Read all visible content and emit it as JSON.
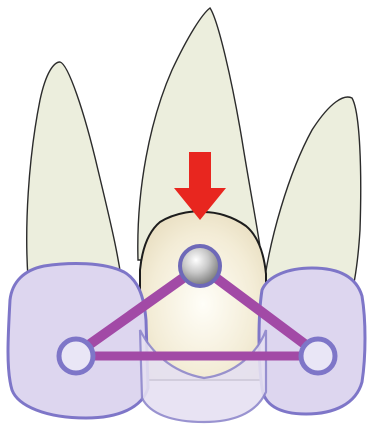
{
  "figure": {
    "label": "",
    "parts": {
      "roots": [
        "left-root",
        "center-root",
        "right-root"
      ],
      "crowns": [
        "left-crown",
        "center-crown",
        "right-crown"
      ],
      "connectors": [
        "left-connector",
        "right-connector",
        "base-connector"
      ],
      "markers": [
        "top-marker",
        "left-marker",
        "right-marker"
      ],
      "indicator": "force-arrow-icon"
    }
  },
  "colors": {
    "root_fill": "#eceedd",
    "root_stroke": "#2b2b2b",
    "crown_fill": "#ddd6ef",
    "crown_stroke": "#7e76c8",
    "center_crown_fill": "#f4efdd",
    "connector": "#a24aa6",
    "marker_fill": "#e9e6f6",
    "marker_stroke": "#7e76c8",
    "arrow": "#e8261f"
  }
}
